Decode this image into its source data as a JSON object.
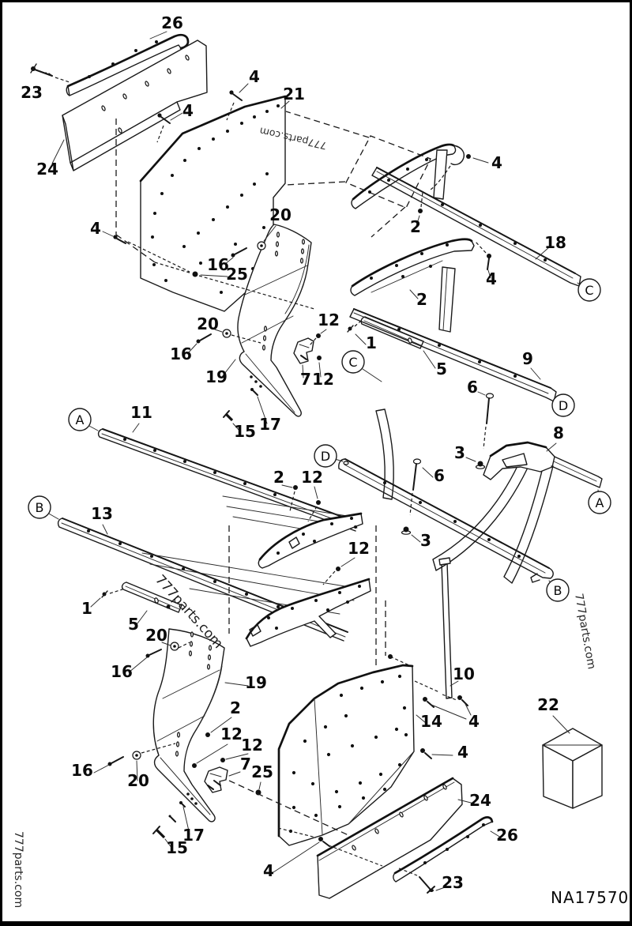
{
  "diagram": {
    "code": "NA17570",
    "watermark": "777parts.com",
    "sections": {
      "A": "A",
      "B": "B",
      "C": "C",
      "D": "D"
    },
    "parts": {
      "1": "1",
      "2": "2",
      "3": "3",
      "4": "4",
      "5": "5",
      "6": "6",
      "7": "7",
      "8": "8",
      "9": "9",
      "10": "10",
      "11": "11",
      "12": "12",
      "13": "13",
      "14": "14",
      "15": "15",
      "16": "16",
      "17": "17",
      "18": "18",
      "19": "19",
      "20": "20",
      "21": "21",
      "22": "22",
      "23": "23",
      "24": "24",
      "25": "25",
      "26": "26"
    }
  }
}
